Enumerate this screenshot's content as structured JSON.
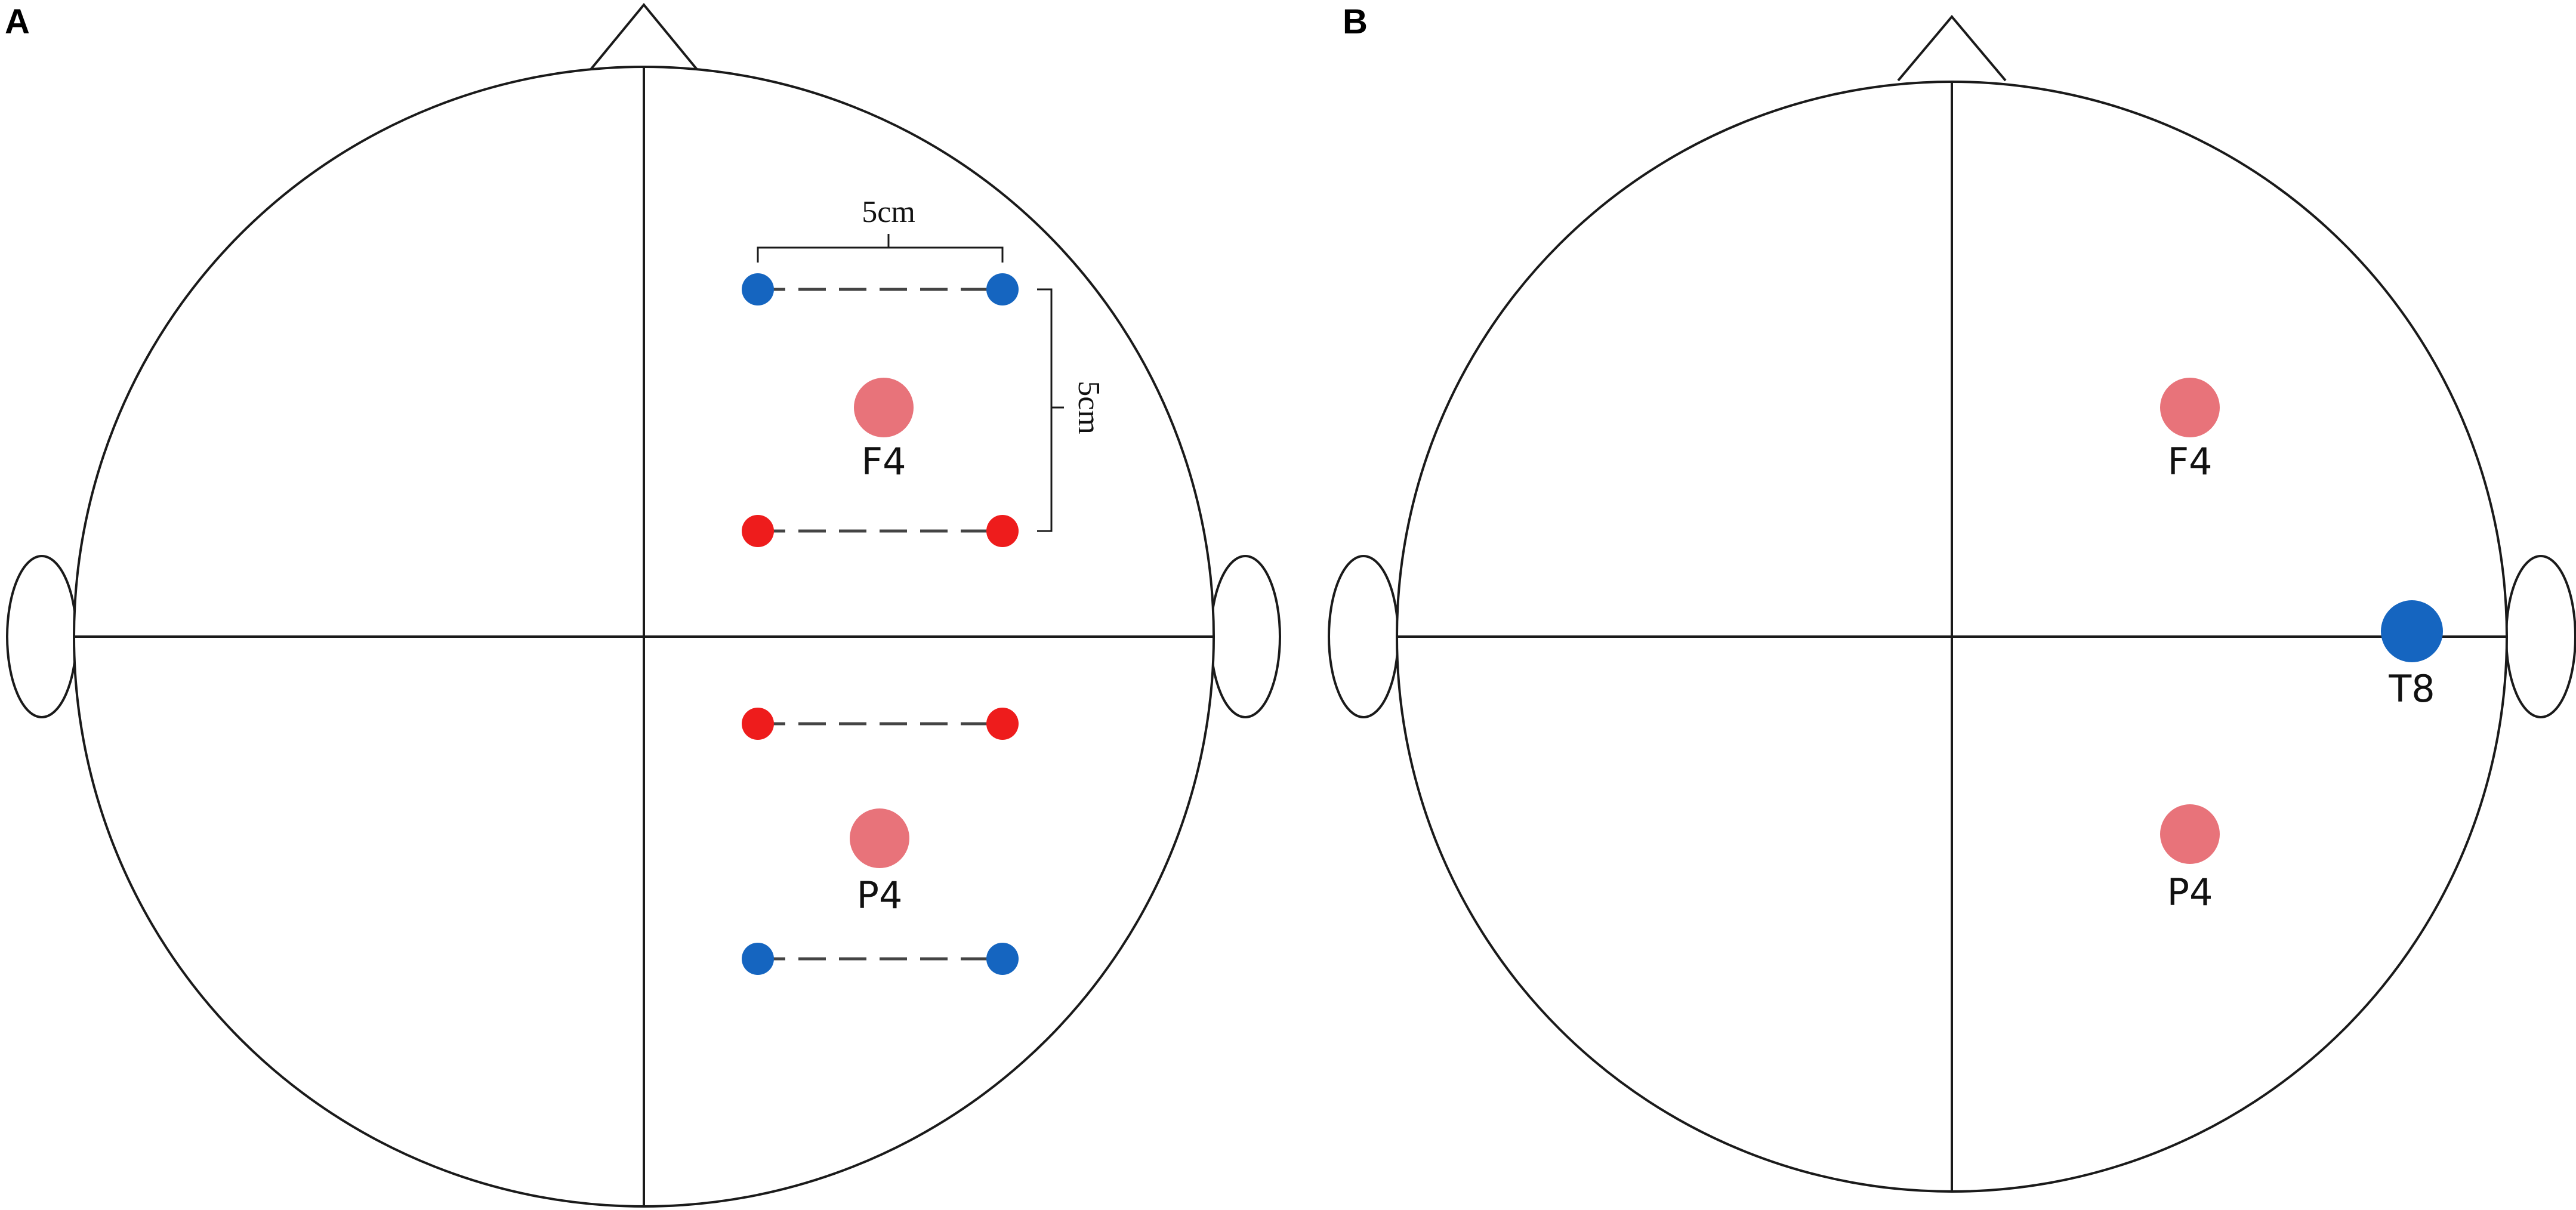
{
  "panels": [
    {
      "letter": "A",
      "electrodes": [
        {
          "label": "F4"
        },
        {
          "label": "P4"
        }
      ],
      "dimension_labels": {
        "horizontal": "5cm",
        "vertical": "5cm"
      }
    },
    {
      "letter": "B",
      "electrodes": [
        {
          "label": "F4"
        },
        {
          "label": "P4"
        },
        {
          "label": "T8"
        }
      ]
    }
  ],
  "colors": {
    "target_electrode": "#e8737a",
    "anode_pad": "#ee1c1c",
    "cathode_pad": "#1565c0",
    "outline": "#1a1a1a"
  }
}
